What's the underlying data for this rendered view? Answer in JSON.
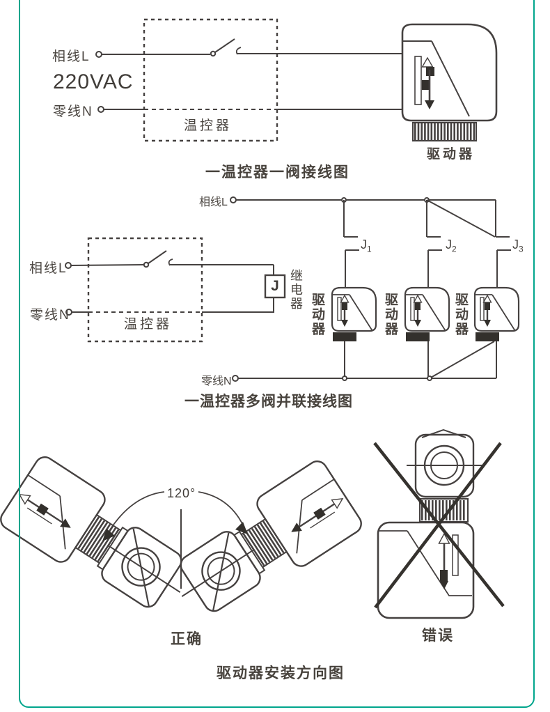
{
  "colors": {
    "frame": "#00a58c",
    "ink": "#454140",
    "dark_fill": "#33302c",
    "text": "#4a4540"
  },
  "diagram1": {
    "live_label": "相线L",
    "voltage": "220VAC",
    "neutral_label": "零线N",
    "thermostat_label": "温控器",
    "actuator_label": "驱动器",
    "caption": "一温控器一阀接线图"
  },
  "diagram2": {
    "live_label": "相线L",
    "neutral_label": "零线N",
    "thermostat_label": "温控器",
    "relay_symbol": "J",
    "relay_label": "继电器",
    "contacts": [
      {
        "main": "J",
        "sub": "1"
      },
      {
        "main": "J",
        "sub": "2"
      },
      {
        "main": "J",
        "sub": "3"
      }
    ],
    "actuator_labels": [
      "驱动器",
      "驱动器",
      "驱动器"
    ],
    "caption": "一温控器多阀并联接线图"
  },
  "diagram3": {
    "angle_label": "120°",
    "correct_label": "正确",
    "wrong_label": "错误",
    "caption": "驱动器安装方向图"
  }
}
